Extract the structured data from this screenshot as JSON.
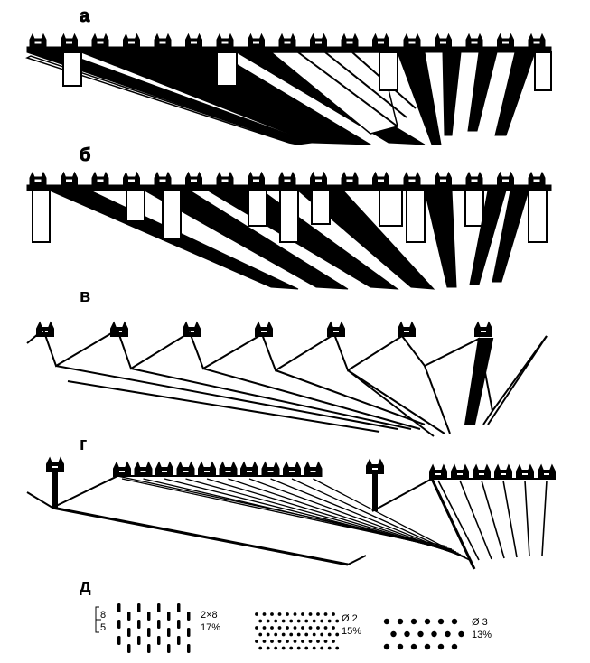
{
  "figure": {
    "panel_labels": [
      "а",
      "б",
      "в",
      "г",
      "д"
    ],
    "perforations": [
      {
        "line1": "2×8",
        "line2": "17%"
      },
      {
        "line1": "Ø 2",
        "line2": "15%"
      },
      {
        "line1": "Ø 3",
        "line2": "13%"
      }
    ],
    "slot_dims": {
      "height": "8",
      "gap": "5"
    }
  },
  "colors": {
    "ink": "#000000",
    "paper": "#ffffff"
  }
}
